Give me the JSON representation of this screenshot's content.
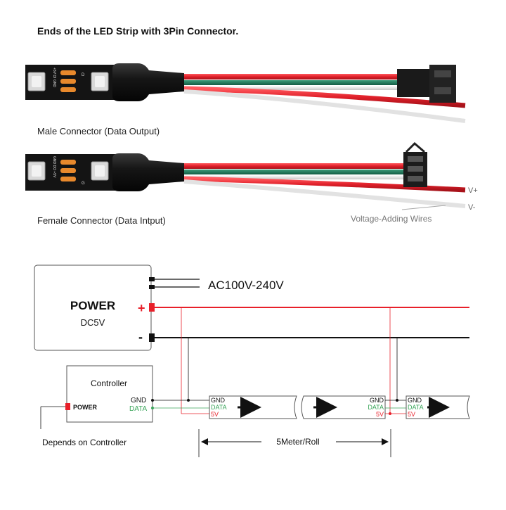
{
  "title": "Ends of the LED Strip with 3Pin Connector.",
  "male_label": "Male Connector (Data Output)",
  "female_label": "Female Connector (Data Intput)",
  "voltage_adding_wires": "Voltage-Adding Wires",
  "v_plus": "V+",
  "v_minus": "V-",
  "pad_text_top": "+5V DI GND",
  "pad_text_bottom": "GND DO +5V",
  "pad_glyph_a": "D",
  "pad_glyph_b": "G",
  "power": {
    "title": "POWER",
    "subtitle": "DC5V",
    "plus": "+",
    "minus": "-",
    "ac_label": "AC100V-240V"
  },
  "controller": {
    "title": "Controller",
    "power_label": "POWER",
    "gnd": "GND",
    "data": "DATA"
  },
  "strip_labels": {
    "gnd": "GND",
    "data": "DATA",
    "v5": "5V"
  },
  "depends_label": "Depends on Controller",
  "length_label": "5Meter/Roll",
  "colors": {
    "red": "#e8202a",
    "black": "#111111",
    "green": "#3aa55a",
    "teal": "#1f7a5c",
    "orange": "#e8892c",
    "grey": "#888888"
  }
}
